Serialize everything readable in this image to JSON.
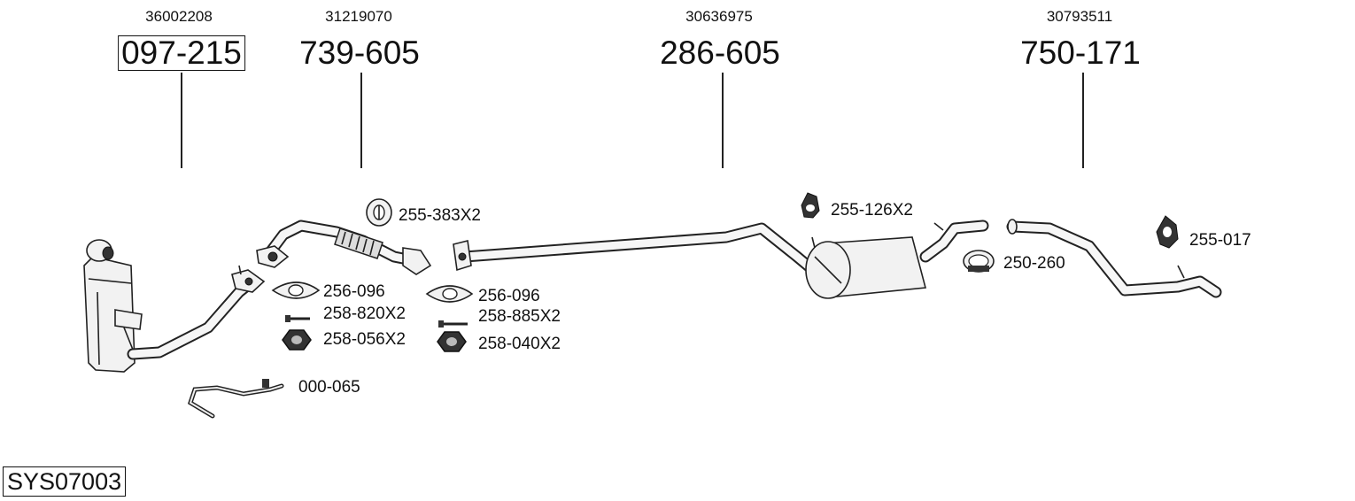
{
  "callouts": [
    {
      "oem": "36002208",
      "part": "097-215",
      "boxed": true
    },
    {
      "oem": "31219070",
      "part": "739-605",
      "boxed": false
    },
    {
      "oem": "30636975",
      "part": "286-605",
      "boxed": false
    },
    {
      "oem": "30793511",
      "part": "750-171",
      "boxed": false
    }
  ],
  "labels": {
    "l255_383": "255-383X2",
    "l256_096_a": "256-096",
    "l258_820": "258-820X2",
    "l258_056": "258-056X2",
    "l256_096_b": "256-096",
    "l258_885": "258-885X2",
    "l258_040": "258-040X2",
    "l000_065": "000-065",
    "l255_126": "255-126X2",
    "l250_260": "250-260",
    "l255_017": "255-017"
  },
  "system_code": "SYS07003"
}
